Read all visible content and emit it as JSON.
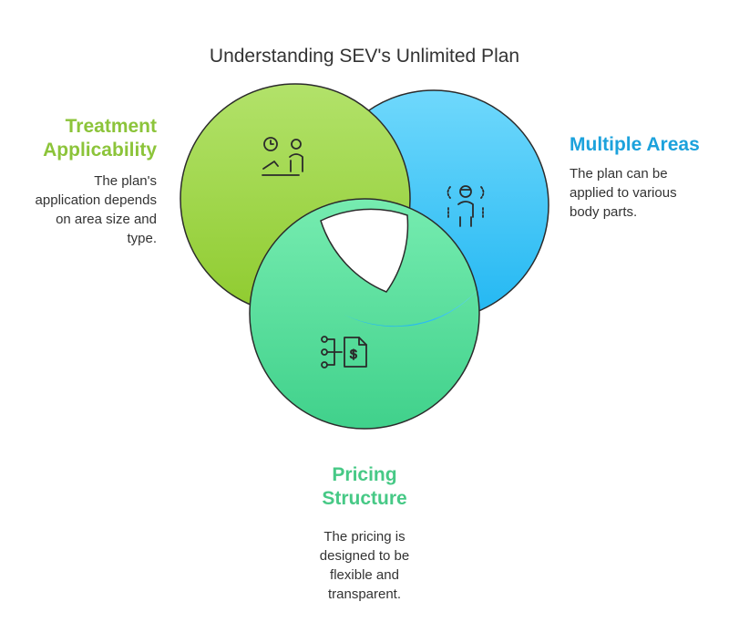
{
  "title": "Understanding SEV's Unlimited Plan",
  "sections": [
    {
      "heading_line1": "Treatment",
      "heading_line2": "Applicability",
      "description_lines": [
        "The plan's",
        "application depends",
        "on area size and",
        "type."
      ],
      "icon": "therapist-consultation-icon",
      "color": "#8cc43a"
    },
    {
      "heading_line1": "Multiple Areas",
      "description_lines": [
        "The plan can be",
        "applied to various",
        "body parts."
      ],
      "icon": "person-body-areas-icon",
      "color": "#1ca2dc"
    },
    {
      "heading_line1": "Pricing",
      "heading_line2": "Structure",
      "description_lines": [
        "The pricing is",
        "designed to be",
        "flexible and",
        "transparent."
      ],
      "icon": "pricing-tag-icon",
      "color": "#47c986"
    }
  ]
}
